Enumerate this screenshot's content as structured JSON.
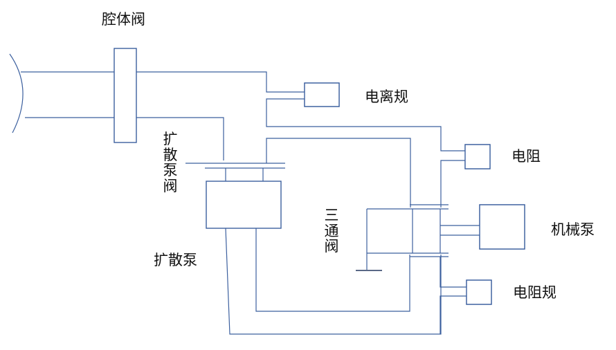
{
  "labels": {
    "chamber_valve": "腔体阀",
    "ion_gauge": "电离规",
    "diffusion_pump_valve": "扩散泵阀",
    "diffusion_pump": "扩散泵",
    "three_way_valve": "三通阀",
    "resistance": "电阻",
    "mechanical_pump": "机械泵",
    "resistance_gauge": "电阻规"
  },
  "colors": {
    "pipe": "#3b5f9e",
    "text": "#111111",
    "background": "#ffffff"
  }
}
